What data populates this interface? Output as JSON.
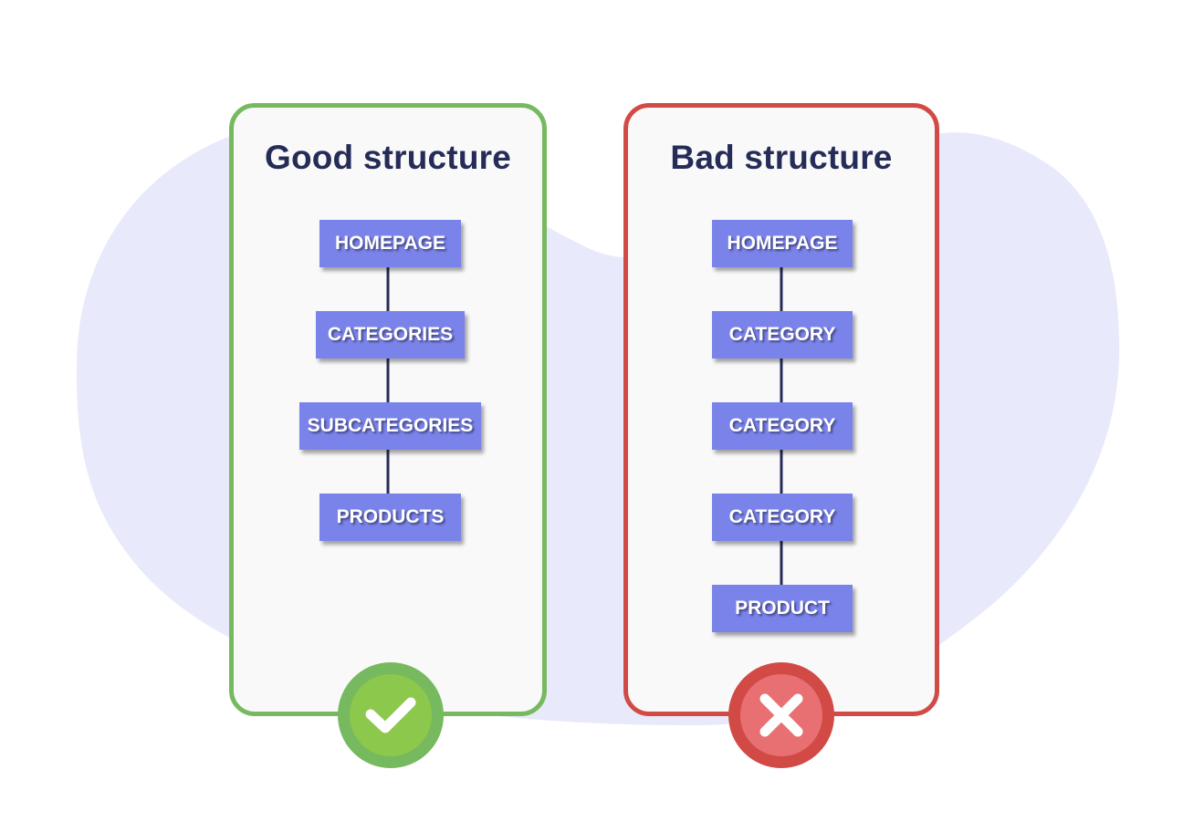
{
  "good": {
    "title": "Good structure",
    "nodes": [
      "HOMEPAGE",
      "CATEGORIES",
      "SUBCATEGORIES",
      "PRODUCTS"
    ],
    "badge_icon": "check-icon",
    "accent": "#77b95e"
  },
  "bad": {
    "title": "Bad structure",
    "nodes": [
      "HOMEPAGE",
      "CATEGORY",
      "CATEGORY",
      "CATEGORY",
      "PRODUCT"
    ],
    "badge_icon": "cross-icon",
    "accent": "#d24a45"
  },
  "colors": {
    "node_fill": "#7a83ea",
    "title_text": "#252c57",
    "blob": "#e8e9fa"
  }
}
